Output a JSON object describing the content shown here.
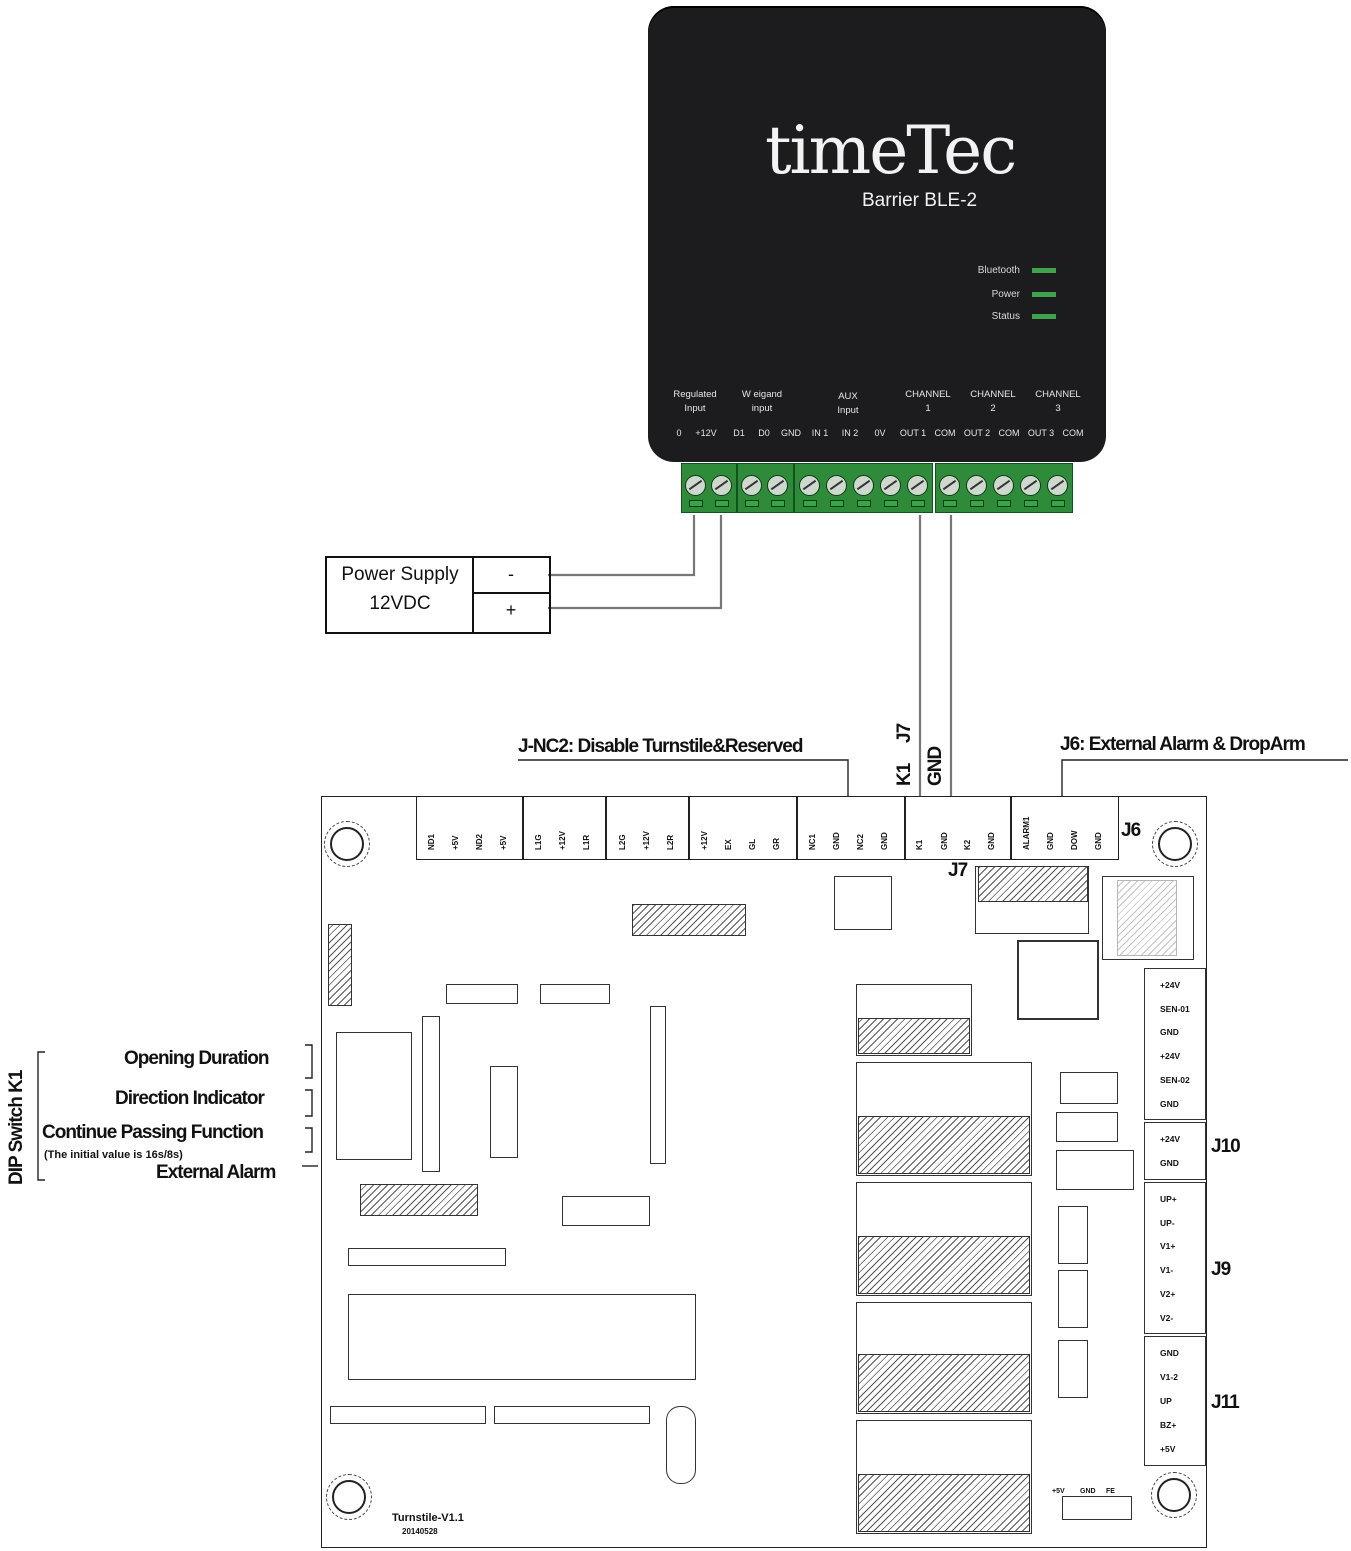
{
  "device": {
    "brand": "timeTec",
    "model": "Barrier BLE-2",
    "leds": [
      {
        "label": "Bluetooth",
        "color": "#3fa34d"
      },
      {
        "label": "Power",
        "color": "#3fa34d"
      },
      {
        "label": "Status",
        "color": "#3fa34d"
      }
    ],
    "groups": [
      {
        "line1": "Regulated",
        "line2": "Input"
      },
      {
        "line1": "W eigand",
        "line2": "input"
      },
      {
        "line1": "AUX",
        "line2": "Input"
      },
      {
        "line1": "CHANNEL",
        "line2": "1"
      },
      {
        "line1": "CHANNEL",
        "line2": "2"
      },
      {
        "line1": "CHANNEL",
        "line2": "3"
      }
    ],
    "terminals": [
      "0",
      "+12V",
      "D1",
      "D0",
      "GND",
      "IN 1",
      "IN 2",
      "0V",
      "OUT 1",
      "COM",
      "OUT 2",
      "COM",
      "OUT 3",
      "COM"
    ]
  },
  "power_supply": {
    "line1": "Power Supply",
    "line2": "12VDC",
    "minus": "-",
    "plus": "+"
  },
  "callouts": {
    "jnc2": "J-NC2: Disable Turnstile&Reserved",
    "j7": "J7",
    "k1": "K1",
    "gnd": "GND",
    "j6": "J6: External Alarm & DropArm",
    "dip_title": "DIP Switch K1",
    "opening": "Opening Duration",
    "direction": "Direction Indicator",
    "continue": "Continue Passing Function",
    "initial": "(The initial value is 16s/8s)",
    "alarm": "External Alarm"
  },
  "board": {
    "title": "Turnstile-V1.1",
    "date": "20140528",
    "top_pins": [
      [
        "ND1",
        "+5V",
        "ND2",
        "+5V"
      ],
      [
        "L1G",
        "+12V",
        "L1R"
      ],
      [
        "L2G",
        "+12V",
        "L2R"
      ],
      [
        "+12V",
        "EX",
        "GL",
        "GR"
      ],
      [
        "NC1",
        "GND",
        "NC2",
        "GND"
      ],
      [
        "K1",
        "GND",
        "K2",
        "GND"
      ],
      [
        "ALARM1",
        "GND",
        "DOW",
        "GND"
      ]
    ],
    "j6_label": "J6",
    "j7_label": "J7",
    "right_pins": {
      "group1": [
        "+24V",
        "SEN-01",
        "GND",
        "+24V",
        "SEN-02",
        "GND"
      ],
      "j10": [
        "+24V",
        "GND"
      ],
      "j9": [
        "UP+",
        "UP-",
        "V1+",
        "V1-",
        "V2+",
        "V2-"
      ],
      "j11": [
        "GND",
        "V1-2",
        "UP",
        "BZ+",
        "+5V"
      ]
    },
    "j10_label": "J10",
    "j9_label": "J9",
    "j11_label": "J11",
    "bottom_pins": [
      "+5V",
      "GND",
      "FE"
    ]
  }
}
